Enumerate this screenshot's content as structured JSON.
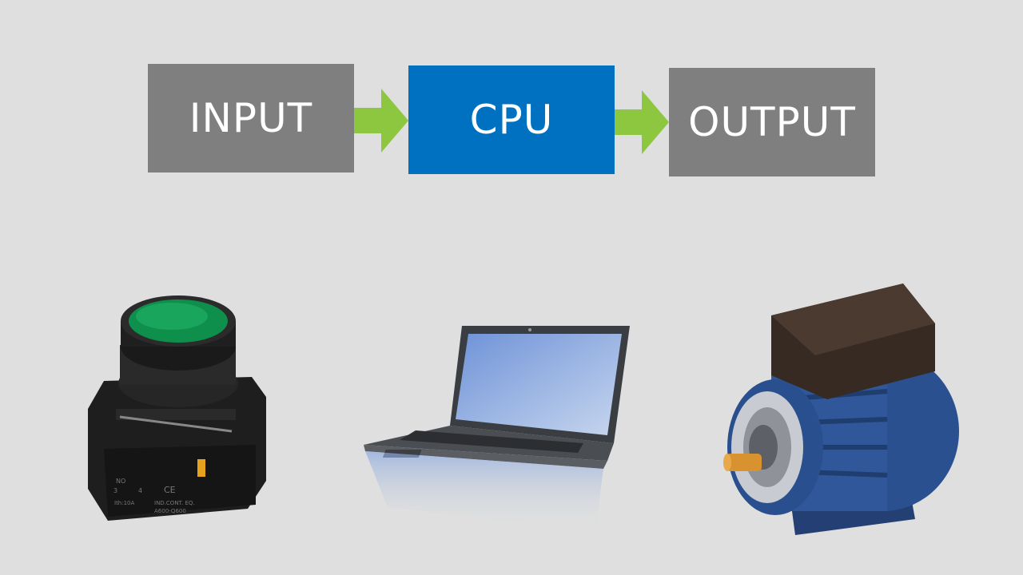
{
  "diagram": {
    "boxes": [
      {
        "label": "INPUT",
        "color": "#7f7f7f"
      },
      {
        "label": "CPU",
        "color": "#0070c0"
      },
      {
        "label": "OUTPUT",
        "color": "#7f7f7f"
      }
    ],
    "arrow_color": "#8dc63f",
    "background": "#dfdfdf"
  },
  "illustrations": {
    "input_device": {
      "icon": "push-button-icon",
      "markings": [
        "NO",
        "3",
        "4",
        "CE",
        "Ith:10A",
        "IND.CONT. EQ.",
        "A600-Q600"
      ]
    },
    "cpu_device": {
      "icon": "laptop-icon"
    },
    "output_device": {
      "icon": "electric-motor-icon"
    }
  }
}
